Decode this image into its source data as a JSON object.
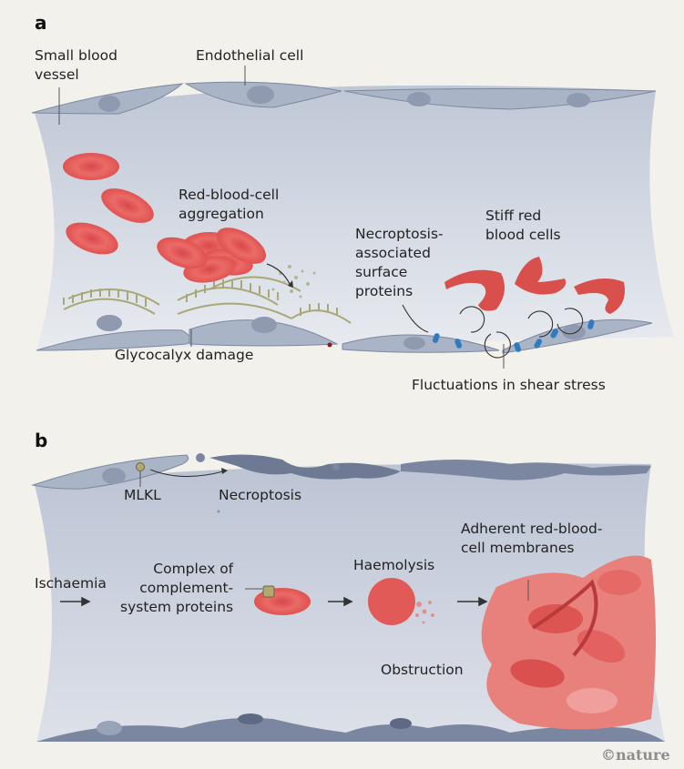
{
  "figure": {
    "credit": "©nature",
    "panel_a": {
      "letter": "a",
      "labels": {
        "small_blood_vessel": "Small blood\nvessel",
        "endothelial_cell": "Endothelial cell",
        "rbc_aggregation": "Red-blood-cell\naggregation",
        "stiff_rbc": "Stiff red\nblood cells",
        "necroptosis_proteins": "Necroptosis-\nassociated\nsurface\nproteins",
        "glycocalyx_damage": "Glycocalyx damage",
        "shear_stress": "Fluctuations in shear stress"
      }
    },
    "panel_b": {
      "letter": "b",
      "labels": {
        "mlkl": "MLKL",
        "necroptosis": "Necroptosis",
        "ischaemia": "Ischaemia",
        "complement": "Complex of\ncomplement-\nsystem proteins",
        "haemolysis": "Haemolysis",
        "adherent_membranes": "Adherent red-blood-\ncell membranes",
        "obstruction": "Obstruction"
      }
    },
    "colors": {
      "background": "#f3f1eb",
      "vessel_lumen": "#c3cad8",
      "endothelium": "#a9b3c6",
      "rbc": "#e25a58",
      "glycocalyx": "#a8a877",
      "protein": "#2f7bc0",
      "necrotic": "#6e7a93"
    }
  }
}
